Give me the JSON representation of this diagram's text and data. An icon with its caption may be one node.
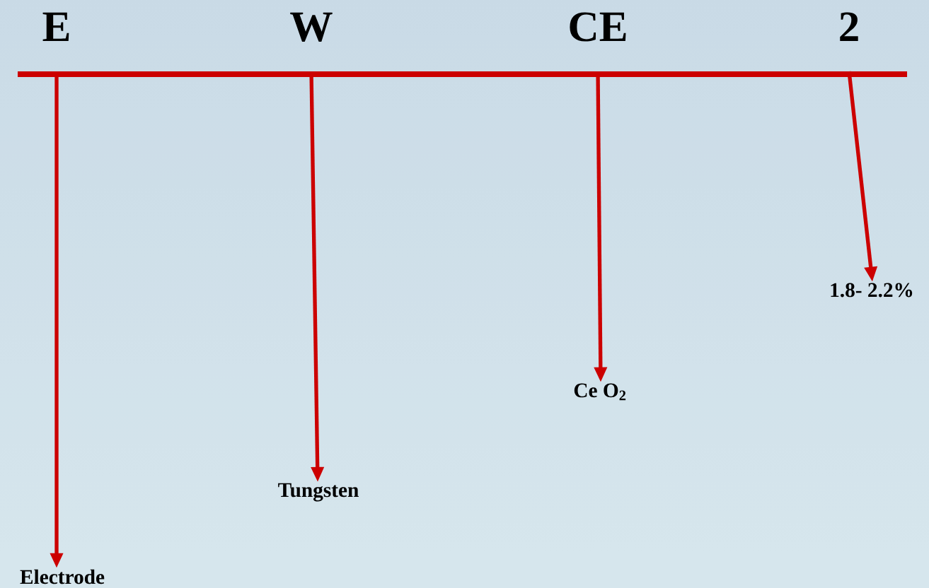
{
  "diagram": {
    "nodes": [
      {
        "text": [
          "E"
        ]
      },
      {
        "text": [
          "W"
        ]
      },
      {
        "text": [
          "CE"
        ]
      },
      {
        "text": [
          "2"
        ]
      },
      {
        "text": [
          "Electrode"
        ]
      },
      {
        "text": [
          "Tungsten"
        ]
      },
      {
        "text": [
          "Ce O$_{2}$"
        ]
      },
      {
        "text": [
          "1.8- 2.2%"
        ]
      }
    ],
    "edges": [
      {
        "from": 0,
        "to": 4,
        "arrow": "to"
      },
      {
        "from": 1,
        "to": 5,
        "arrow": "to"
      },
      {
        "from": 2,
        "to": 6,
        "arrow": "to"
      },
      {
        "from": 3,
        "to": 7,
        "arrow": "to"
      }
    ]
  }
}
